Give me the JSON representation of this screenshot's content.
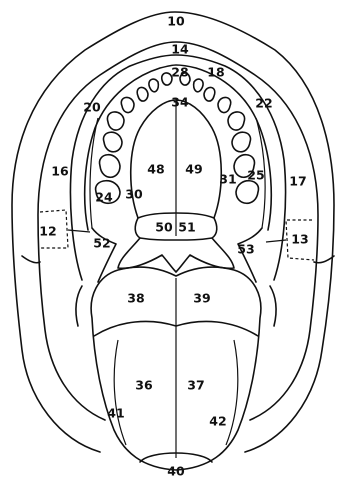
{
  "diagram": {
    "regions": [
      {
        "id": "10"
      },
      {
        "id": "14"
      },
      {
        "id": "28"
      },
      {
        "id": "18"
      },
      {
        "id": "34"
      },
      {
        "id": "20"
      },
      {
        "id": "22"
      },
      {
        "id": "16"
      },
      {
        "id": "17"
      },
      {
        "id": "48"
      },
      {
        "id": "49"
      },
      {
        "id": "31"
      },
      {
        "id": "25"
      },
      {
        "id": "24"
      },
      {
        "id": "30"
      },
      {
        "id": "12"
      },
      {
        "id": "13"
      },
      {
        "id": "50"
      },
      {
        "id": "51"
      },
      {
        "id": "52"
      },
      {
        "id": "53"
      },
      {
        "id": "38"
      },
      {
        "id": "39"
      },
      {
        "id": "36"
      },
      {
        "id": "37"
      },
      {
        "id": "41"
      },
      {
        "id": "42"
      },
      {
        "id": "40"
      }
    ]
  }
}
